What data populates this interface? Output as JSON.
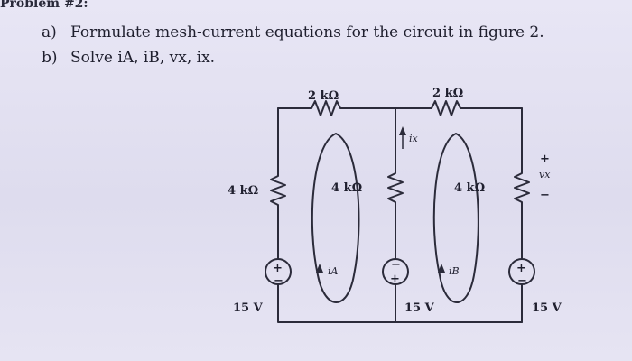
{
  "header": {
    "title": "Problem #2:"
  },
  "questions": [
    {
      "label": "a)",
      "text": "Formulate mesh-current equations for the circuit in figure 2."
    },
    {
      "label": "b)",
      "text": "Solve iA, iB, vx, ix."
    }
  ],
  "circuit": {
    "r_top_left": "2 kΩ",
    "r_top_right": "2 kΩ",
    "r_left": "4 kΩ",
    "r_mid_left": "4 kΩ",
    "r_mid_right": "4 kΩ",
    "src_left": "15 V",
    "src_mid": "15 V",
    "src_right": "15 V",
    "mesh_a_label": "iA",
    "mesh_b_label": "iB",
    "ix_label": "ix",
    "vx_label": "vx",
    "vx_plus": "+",
    "vx_minus": "−",
    "plus": "+",
    "minus": "−",
    "colors": {
      "wire": "#2b2b3a",
      "background": "#e4e2f2"
    }
  }
}
